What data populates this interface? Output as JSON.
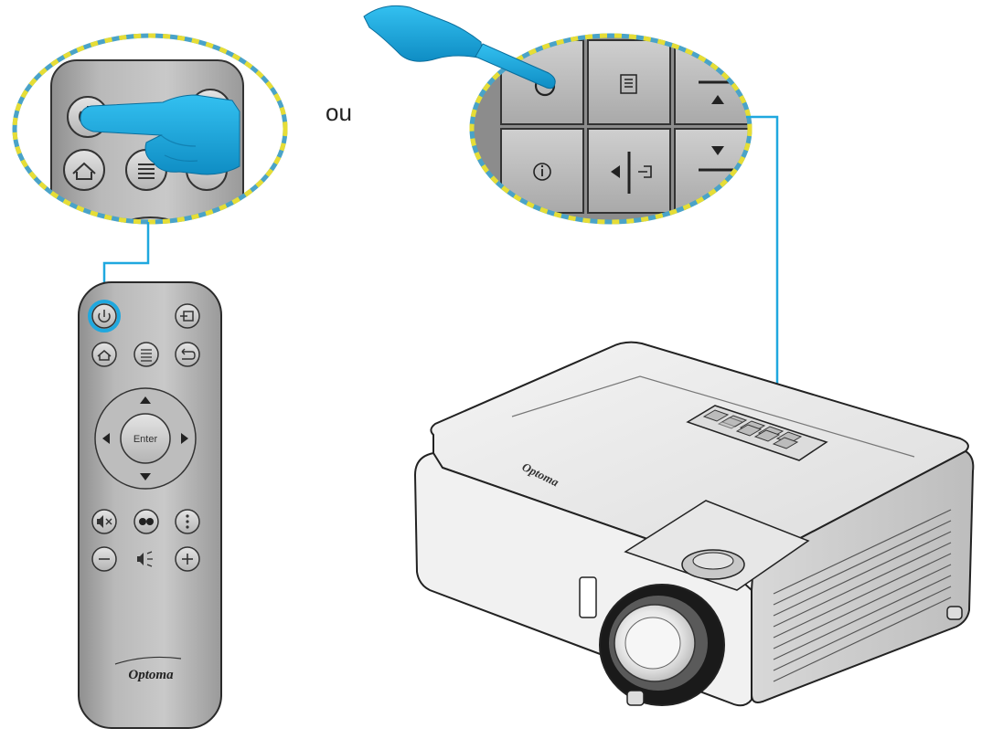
{
  "labels": {
    "or": "ou"
  },
  "remote": {
    "enter_label": "Enter",
    "brand": "Optoma"
  },
  "projector": {
    "brand": "Optoma"
  },
  "colors": {
    "accent_blue": "#1fa8df",
    "highlight_dash_yellow": "#e6dd36",
    "highlight_dash_blue": "#4aa3c8",
    "remote_body": "#a6a6a6",
    "keypad_gray": "#b8b8b8"
  },
  "icons": [
    "power-icon",
    "input-source-icon",
    "home-icon",
    "menu-icon",
    "back-icon",
    "mute-icon",
    "ok-dot-icon",
    "more-options-icon",
    "volume-down-icon",
    "volume-icon",
    "volume-up-icon",
    "info-icon",
    "hand-pointer-icon"
  ]
}
